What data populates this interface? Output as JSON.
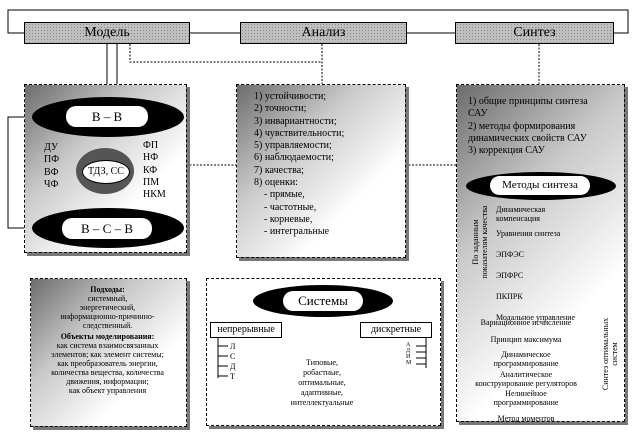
{
  "headers": {
    "model": "Модель",
    "analysis": "Анализ",
    "synthesis": "Синтез"
  },
  "model": {
    "top_oval": "В – В",
    "bottom_oval": "В – С – В",
    "center": "ТДЗ, СС",
    "left": [
      "ДУ",
      "ПФ",
      "ВФ",
      "ЧФ"
    ],
    "right": [
      "ФП",
      "НФ",
      "КФ",
      "ПМ",
      "НКМ"
    ]
  },
  "analysis": {
    "items": [
      "1) устойчивости;",
      "2) точности;",
      "3) инвариантности;",
      "4) чувствительности;",
      "5) управляемости;",
      "6) наблюдаемости;",
      "7) качества;",
      "8) оценки:",
      "- прямые,",
      "- частотные,",
      "- корневые,",
      "- интегральные"
    ]
  },
  "synthesis": {
    "items": [
      "1) общие принципы синтеза",
      "САУ",
      "2) методы формирования",
      "динамических свойств САУ",
      "3) коррекция САУ"
    ],
    "methods_title": "Методы синтеза",
    "methods": [
      "Динамическая",
      "компенсация",
      "Уравнения синтеза",
      "ЭПФЭС",
      "ЭПФРС",
      "ПКПРК",
      "Модальное управление"
    ],
    "side_label_1": "По заданным",
    "side_label_2": "показателям качества",
    "list2": [
      "Вариационное исчисление",
      "Принцип максимума",
      "Динамическое",
      "программирование",
      "Аналитическое",
      "конструирование регуляторов",
      "Нелинейное",
      "программирование",
      "Метод моментов"
    ],
    "right_label_1": "Синтез оптимальных",
    "right_label_2": "систем"
  },
  "approaches": {
    "title": "Подходы:",
    "lines1": [
      "системный,",
      "энергетический,",
      "информационно-причинно-",
      "следственный."
    ],
    "title2": "Объекты моделирования:",
    "lines2": [
      "как система взаимосвязанных",
      "элементов; как элемент системы;",
      "как преобразователь энергии,",
      "количества вещества, количества",
      "движения, информации;",
      "как объект управления"
    ]
  },
  "systems": {
    "title": "Системы",
    "continuous": "непрерывные",
    "discrete": "дискретные",
    "cont_letters": [
      "Л",
      "С",
      "Д",
      "Т"
    ],
    "disc_letters": [
      "А",
      "Д",
      "И",
      "М"
    ],
    "types": [
      "Типовые,",
      "робастные,",
      "оптимальные,",
      "адаптивные,",
      "интеллектуальные"
    ]
  }
}
